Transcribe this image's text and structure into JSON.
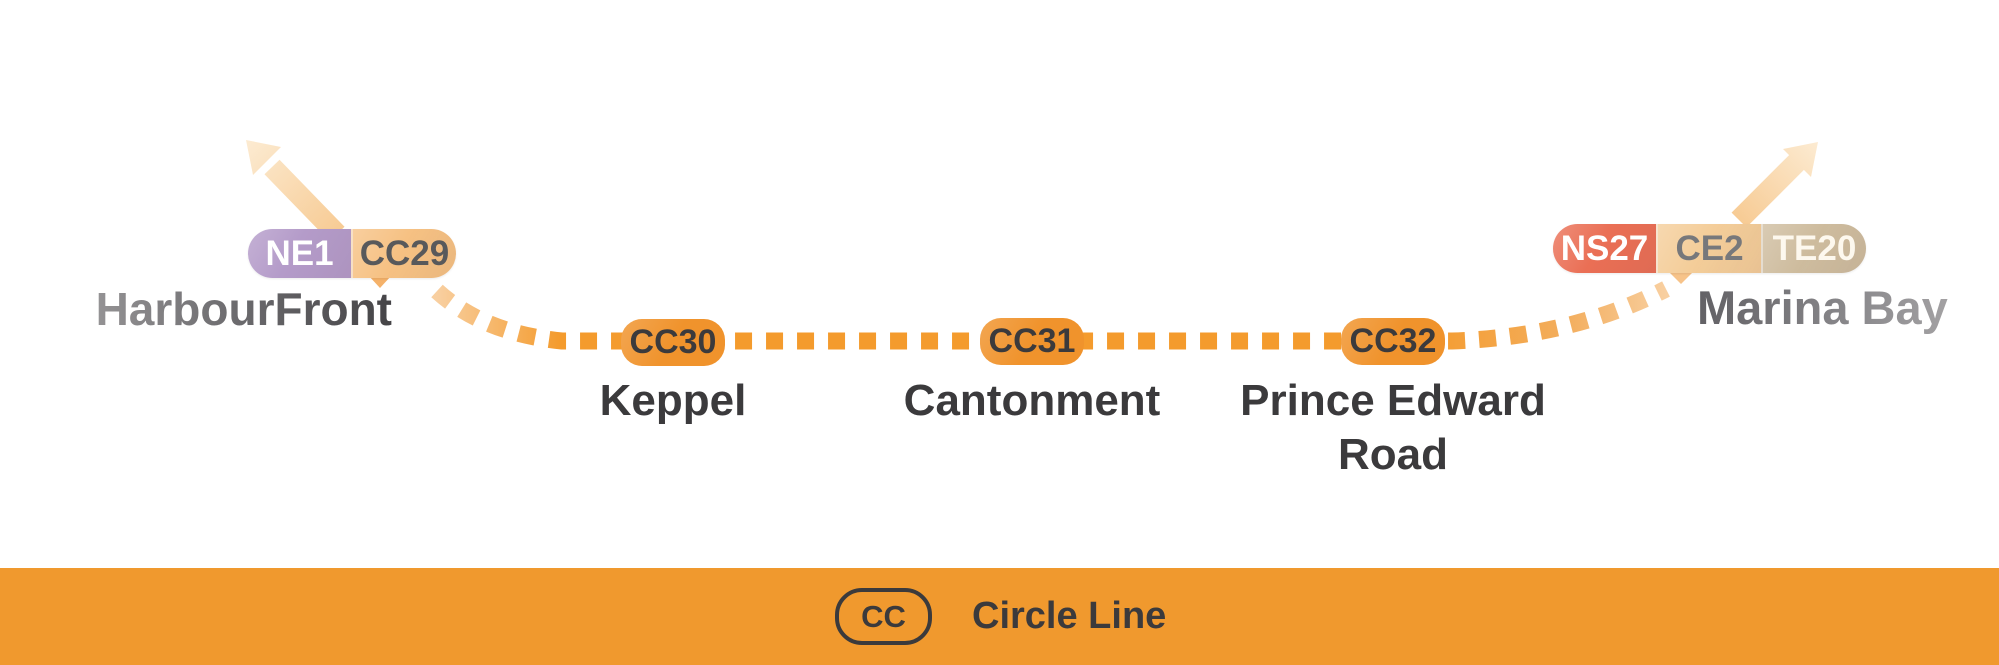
{
  "legend": {
    "code": "CC",
    "name": "Circle Line"
  },
  "stations": [
    {
      "name": "HarbourFront",
      "badges": [
        {
          "code": "NE1"
        },
        {
          "code": "CC29"
        }
      ]
    },
    {
      "name": "Keppel",
      "badges": [
        {
          "code": "CC30"
        }
      ]
    },
    {
      "name": "Cantonment",
      "badges": [
        {
          "code": "CC31"
        }
      ]
    },
    {
      "name": "Prince Edward Road",
      "badges": [
        {
          "code": "CC32"
        }
      ]
    },
    {
      "name": "Marina Bay",
      "badges": [
        {
          "code": "NS27"
        },
        {
          "code": "CE2"
        },
        {
          "code": "TE20"
        }
      ]
    }
  ],
  "colors": {
    "circle-orange": "#F0932C",
    "dot-orange": "#F49B2D",
    "bar-orange": "#F0992E",
    "cc29-faded": "#F6C183",
    "ne-purple": "#B49BC9",
    "ns-red": "#EA6F55",
    "ce-pale": "#F4CD99",
    "te-tan": "#CEBC9E",
    "dark-text": "#3B3A3C",
    "gray-text": "#58595B",
    "arrow-pale": "#F8CFA0"
  }
}
